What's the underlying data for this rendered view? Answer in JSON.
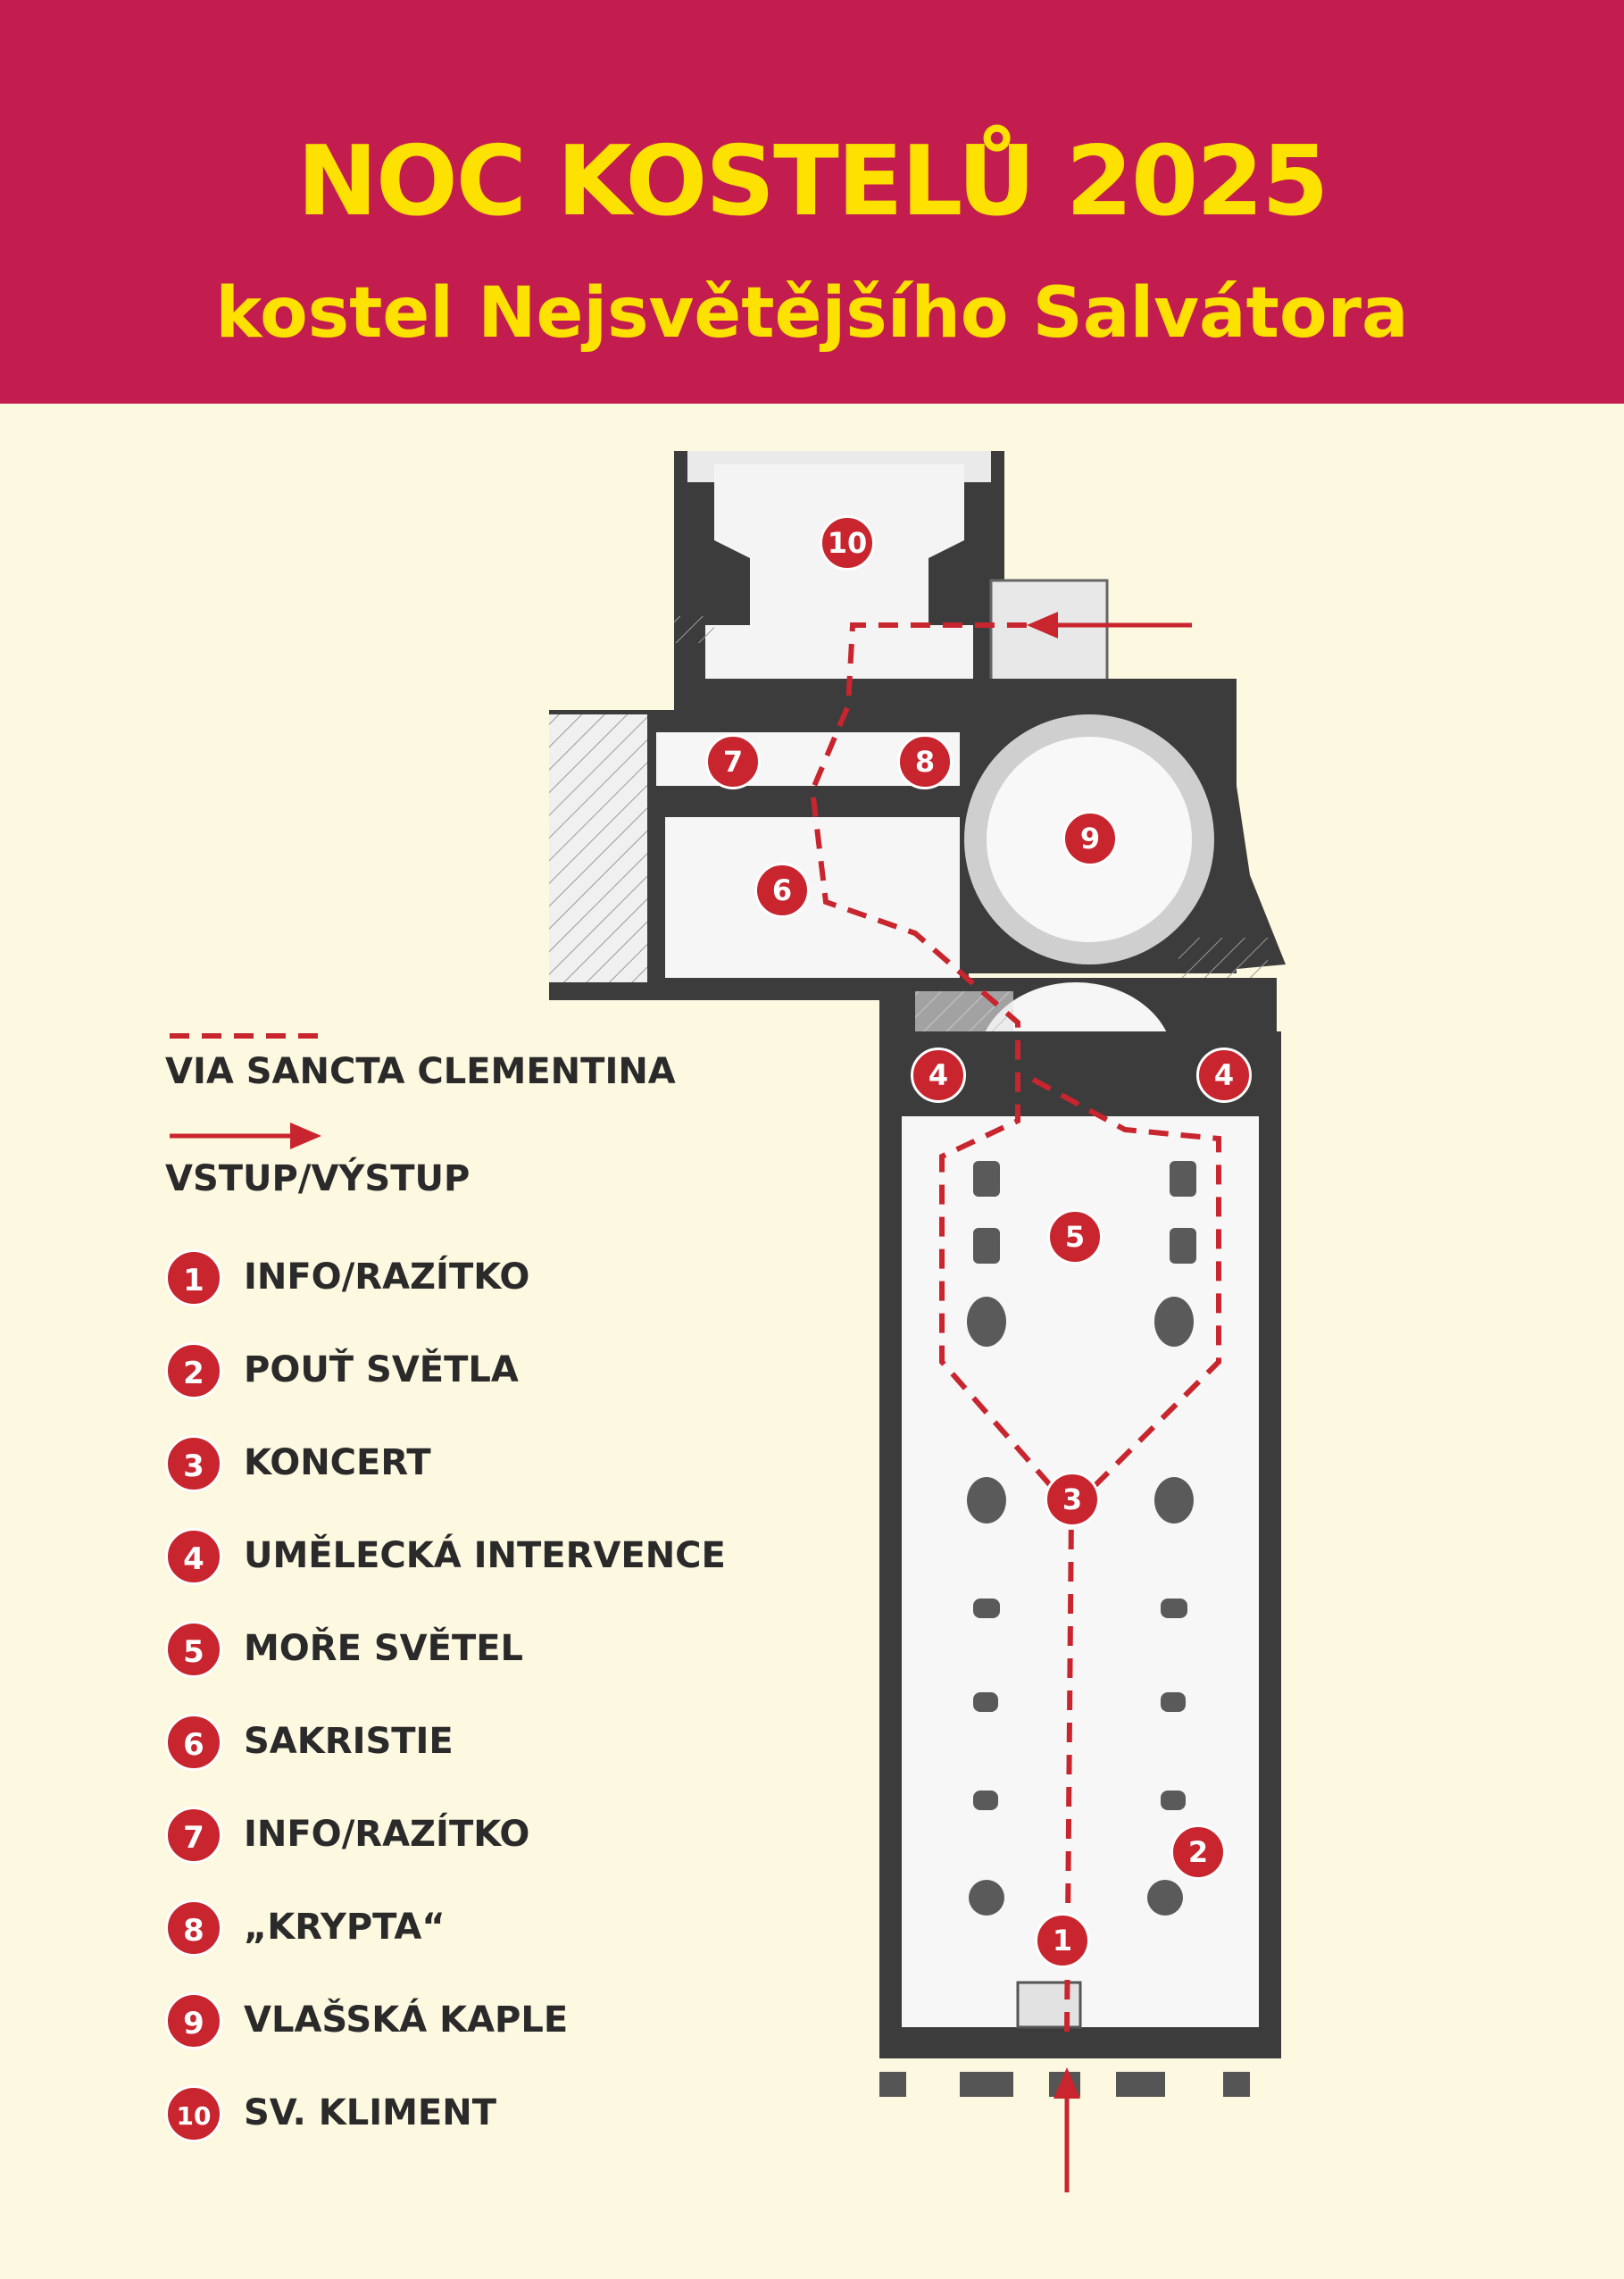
{
  "header": {
    "title": "NOC KOSTELŮ 2025",
    "subtitle": "kostel Nejsvětějšího Salvátora"
  },
  "legend": {
    "route_label": "VIA SANCTA CLEMENTINA",
    "entry_label": "VSTUP/VÝSTUP",
    "items": [
      {
        "num": "1",
        "label": "INFO/RAZÍTKO"
      },
      {
        "num": "2",
        "label": "POUŤ SVĚTLA"
      },
      {
        "num": "3",
        "label": "KONCERT"
      },
      {
        "num": "4",
        "label": "UMĚLECKÁ INTERVENCE"
      },
      {
        "num": "5",
        "label": "MOŘE SVĚTEL"
      },
      {
        "num": "6",
        "label": "SAKRISTIE"
      },
      {
        "num": "7",
        "label": "INFO/RAZÍTKO"
      },
      {
        "num": "8",
        "label": "„KRYPTA“"
      },
      {
        "num": "9",
        "label": "VLAŠSKÁ KAPLE"
      },
      {
        "num": "10",
        "label": "SV. KLIMENT"
      }
    ]
  },
  "map_markers": {
    "m1": "1",
    "m2": "2",
    "m3": "3",
    "m4a": "4",
    "m4b": "4",
    "m5": "5",
    "m6": "6",
    "m7": "7",
    "m8": "8",
    "m9": "9",
    "m10": "10"
  },
  "colors": {
    "header_bg": "#c31d4f",
    "title": "#fde100",
    "page_bg": "#fdf8e0",
    "marker": "#c8252e",
    "route": "#c8252e"
  }
}
